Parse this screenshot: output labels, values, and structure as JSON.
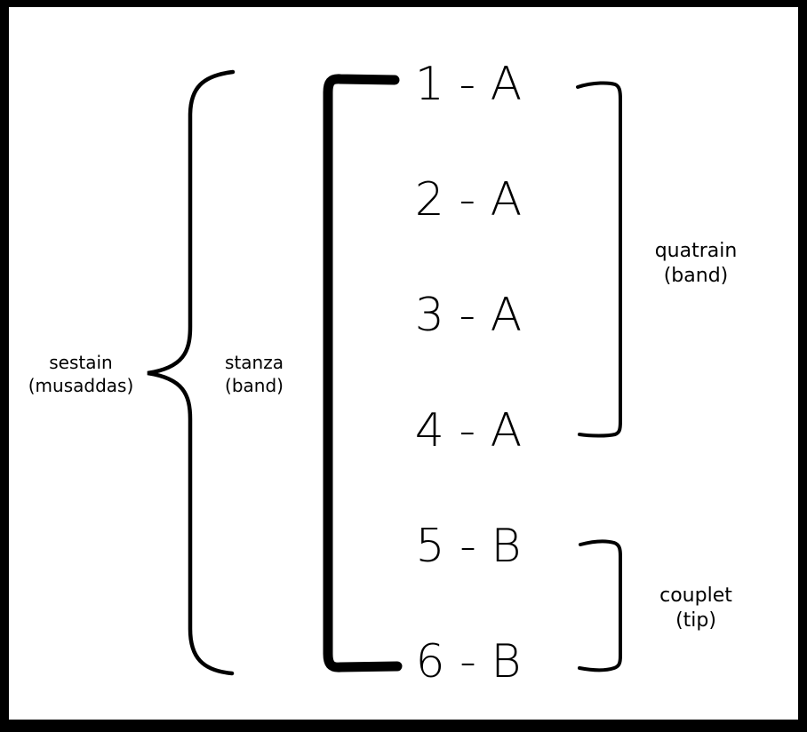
{
  "colors": {
    "background": "#000000",
    "panel": "#ffffff",
    "ink": "#000000"
  },
  "rhyme_scheme": {
    "lines": [
      {
        "label": "1 - A"
      },
      {
        "label": "2 - A"
      },
      {
        "label": "3 - A"
      },
      {
        "label": "4 - A"
      },
      {
        "label": "5 - B"
      },
      {
        "label": "6 - B"
      }
    ]
  },
  "labels": {
    "sestain": {
      "line1": "sestain",
      "line2": "(musaddas)"
    },
    "stanza": {
      "line1": "stanza",
      "line2": "(band)"
    },
    "quatrain": {
      "line1": "quatrain",
      "line2": "(band)"
    },
    "couplet": {
      "line1": "couplet",
      "line2": "(tip)"
    }
  },
  "glyphs": {
    "sestain_brace": "left-curly-brace",
    "stanza_bracket": "bold-left-square-bracket",
    "quatrain_bracket": "right-square-bracket",
    "couplet_bracket": "right-square-bracket"
  }
}
